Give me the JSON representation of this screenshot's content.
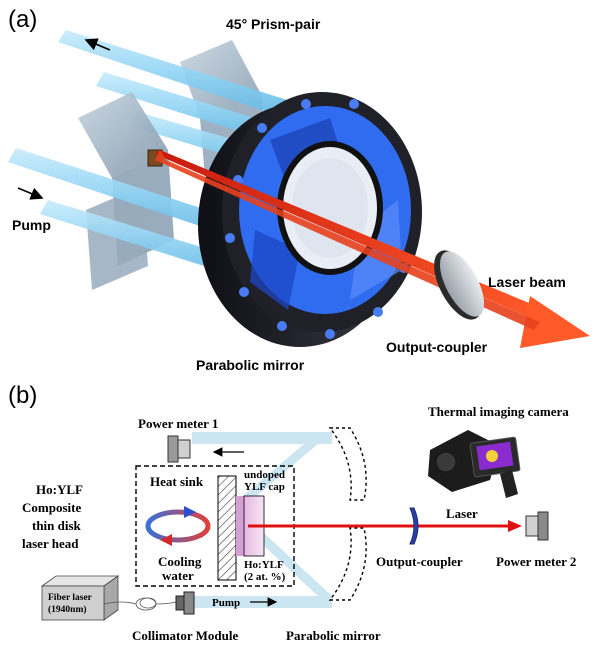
{
  "panel_a": {
    "label": "(a)",
    "prism_label": "45° Prism-pair",
    "pump_label": "Pump",
    "laser_label": "Laser beam",
    "oc_label": "Output-coupler",
    "mirror_label": "Parabolic mirror"
  },
  "panel_b": {
    "label": "(b)",
    "pm1": "Power meter 1",
    "camera": "Thermal imaging camera",
    "heat_sink": "Heat sink",
    "cap_line1": "undoped",
    "cap_line2": "YLF cap",
    "head_line1": "Ho:YLF",
    "head_line2": "Composite",
    "head_line3": "thin disk",
    "head_line4": "laser head",
    "cooling_line1": "Cooling",
    "cooling_line2": "water",
    "holy_line1": "Ho:YLF",
    "holy_line2": "(2 at. %)",
    "laser": "Laser",
    "oc": "Output-coupler",
    "pm2": "Power meter 2",
    "fiber_line1": "Fiber laser",
    "fiber_line2": "(1940nm)",
    "pump": "Pump",
    "collimator": "Collimator Module",
    "mirror": "Parabolic mirror"
  },
  "colors": {
    "pump_beam": "#8fd3f4",
    "laser_beam": "#ee3a1c",
    "mirror_blue": "#2f6cf0",
    "mirror_dark": "#1c1c24",
    "prism": "#9fb3c4",
    "beam_light": "#c7e4f0",
    "laser_red": "#e01010"
  }
}
